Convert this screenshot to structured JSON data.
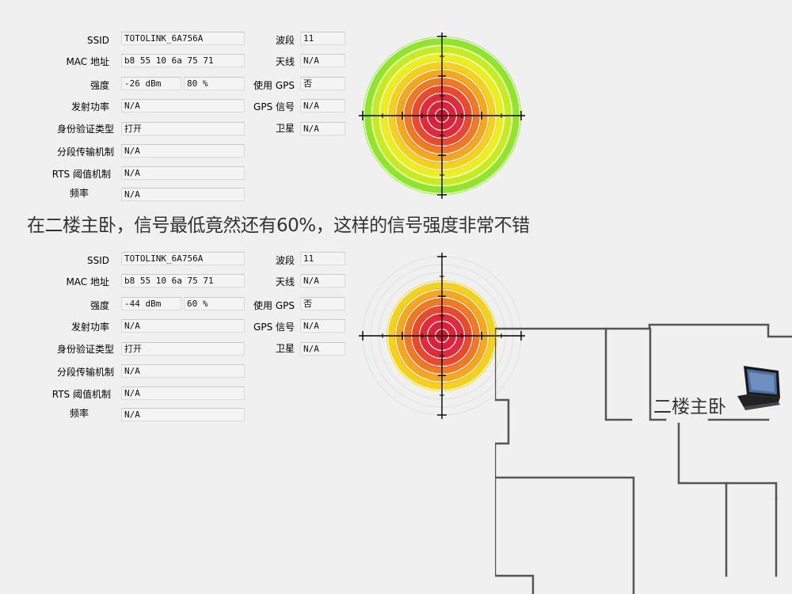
{
  "labels": {
    "ssid": "SSID",
    "mac": "MAC 地址",
    "strength": "强度",
    "tx_power": "发射功率",
    "auth": "身份验证类型",
    "frag": "分段传输机制",
    "rts": "RTS 阈值机制",
    "freq": "频率",
    "band": "波段",
    "antenna": "天线",
    "use_gps": "使用 GPS",
    "gps_signal": "GPS 信号",
    "satellite": "卫星"
  },
  "panels": [
    {
      "ssid": "TOTOLINK_6A756A",
      "mac": "b8 55 10 6a 75 71",
      "dbm": "-26 dBm",
      "percent": "80 %",
      "tx_power": "N/A",
      "auth": "打开",
      "frag": "N/A",
      "rts": "N/A",
      "freq": "N/A",
      "band": "11",
      "antenna": "N/A",
      "use_gps": "否",
      "gps_signal": "N/A",
      "satellite": "N/A",
      "radar_rings": 10
    },
    {
      "ssid": "TOTOLINK_6A756A",
      "mac": "b8 55 10 6a 75 71",
      "dbm": "-44 dBm",
      "percent": "60 %",
      "tx_power": "N/A",
      "auth": "打开",
      "frag": "N/A",
      "rts": "N/A",
      "freq": "N/A",
      "band": "11",
      "antenna": "N/A",
      "use_gps": "否",
      "gps_signal": "N/A",
      "satellite": "N/A",
      "radar_rings": 7
    }
  ],
  "caption": "在二楼主卧，信号最低竟然还有60%，这样的信号强度非常不错",
  "floorplan": {
    "room_label": "二楼主卧"
  },
  "ring_colors": [
    "#d81530",
    "#e0203a",
    "#e42a3a",
    "#ea4a2a",
    "#f07a22",
    "#f5a81c",
    "#f5d21a",
    "#eaf01e",
    "#c4ec22",
    "#8ee62c"
  ]
}
